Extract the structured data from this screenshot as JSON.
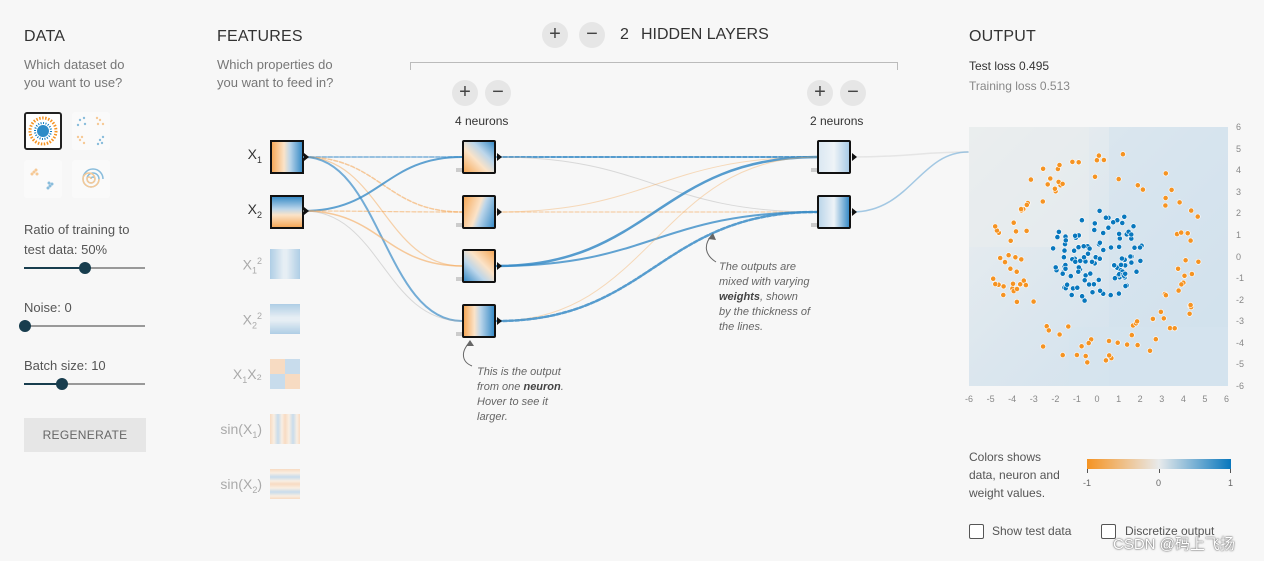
{
  "data_col": {
    "title": "DATA",
    "subtitle_line1": "Which dataset do",
    "subtitle_line2": "you want to use?",
    "datasets": [
      {
        "name": "circle",
        "selected": true
      },
      {
        "name": "xor",
        "selected": false
      },
      {
        "name": "gaussian",
        "selected": false
      },
      {
        "name": "spiral",
        "selected": false
      }
    ],
    "ratio_line1": "Ratio of training to",
    "ratio_line2": "test data:  50%",
    "ratio_value": 0.5,
    "noise_label": "Noise:  0",
    "noise_value": 0,
    "batch_label": "Batch size:  10",
    "batch_value": 0.3,
    "regenerate_label": "REGENERATE"
  },
  "features_col": {
    "title": "FEATURES",
    "subtitle_line1": "Which properties do",
    "subtitle_line2": "you want to feed in?",
    "features": [
      {
        "base": "X",
        "sub": "1",
        "sup": "",
        "suffix": "",
        "active": true
      },
      {
        "base": "X",
        "sub": "2",
        "sup": "",
        "suffix": "",
        "active": true
      },
      {
        "base": "X",
        "sub": "1",
        "sup": "2",
        "suffix": "",
        "active": false
      },
      {
        "base": "X",
        "sub": "2",
        "sup": "2",
        "suffix": "",
        "active": false
      },
      {
        "base": "X",
        "sub": "1",
        "sup": "",
        "suffix": "X₂",
        "active": false
      },
      {
        "base": "sin(X",
        "sub": "1",
        "sup": "",
        "suffix": ")",
        "active": false
      },
      {
        "base": "sin(X",
        "sub": "2",
        "sup": "",
        "suffix": ")",
        "active": false
      }
    ]
  },
  "hidden": {
    "plus": "+",
    "minus": "−",
    "count": "2",
    "title": "HIDDEN LAYERS",
    "layer1_label": "4 neurons",
    "layer2_label": "2 neurons",
    "note_neuron_line1": "This is the output",
    "note_neuron_line2_pre": "from one ",
    "note_neuron_line2_bold": "neuron",
    "note_neuron_line2_post": ".",
    "note_neuron_line3": "Hover to see it",
    "note_neuron_line4": "larger.",
    "note_weights_line1": "The outputs are",
    "note_weights_line2": "mixed with varying",
    "note_weights_line3_bold": "weights",
    "note_weights_line3_post": ", shown",
    "note_weights_line4": "by the thickness of",
    "note_weights_line5": "the lines."
  },
  "output_col": {
    "title": "OUTPUT",
    "test_loss": "Test loss 0.495",
    "training_loss": "Training loss 0.513",
    "axis_ticks": [
      "6",
      "5",
      "4",
      "3",
      "2",
      "1",
      "0",
      "-1",
      "-2",
      "-3",
      "-4",
      "-5",
      "-6"
    ],
    "x_ticks": [
      "-6",
      "-5",
      "-4",
      "-3",
      "-2",
      "-1",
      "0",
      "1",
      "2",
      "3",
      "4",
      "5",
      "6"
    ],
    "legend_line1": "Colors shows",
    "legend_line2": "data, neuron and",
    "legend_line3": "weight values.",
    "legend_min": "-1",
    "legend_mid": "0",
    "legend_max": "1",
    "show_test_label": "Show test data",
    "discretize_label": "Discretize output"
  },
  "watermark": "CSDN @码上飞扬",
  "colors": {
    "orange": "#f59322",
    "blue": "#0877bd",
    "dark": "#183d4e"
  }
}
